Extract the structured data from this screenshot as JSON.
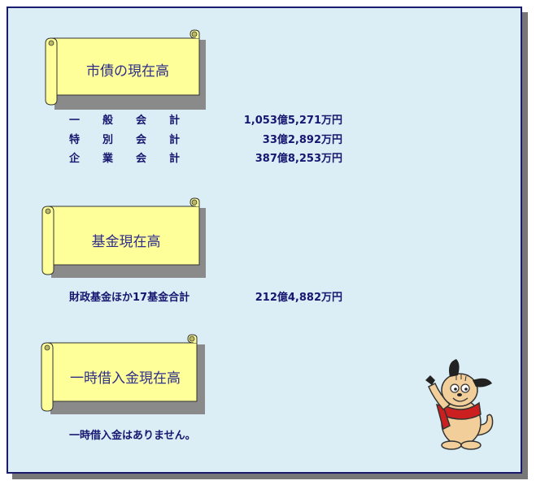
{
  "sections": {
    "bonds": {
      "title": "市債の現在高",
      "rows": [
        {
          "label": "一般会計",
          "value": "1,053億5,271万円"
        },
        {
          "label": "特別会計",
          "value": "33億2,892万円"
        },
        {
          "label": "企業会計",
          "value": "387億8,253万円"
        }
      ]
    },
    "funds": {
      "title": "基金現在高",
      "rows": [
        {
          "label": "財政基金ほか17基金合計",
          "value": "212億4,882万円"
        }
      ]
    },
    "temporary_loans": {
      "title": "一時借入金現在高",
      "note": "一時借入金はありません。"
    }
  },
  "colors": {
    "panel_bg": "#dbeef5",
    "panel_border": "#1a1a6e",
    "scroll_fill": "#ffff99",
    "text": "#161670"
  }
}
